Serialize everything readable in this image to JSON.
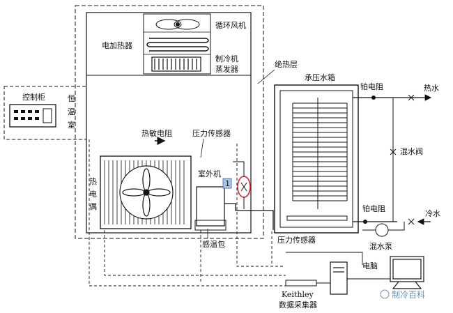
{
  "labels": {
    "electric_heater": "电加热器",
    "circulation_fan": "循环风机",
    "refrigeration_evaporator_line1": "制冷机",
    "refrigeration_evaporator_line2": "蒸发器",
    "insulation_layer": "绝热层",
    "pressure_tank": "承压水箱",
    "platinum_resistor_top": "铂电阻",
    "hot_water": "热水",
    "control_cabinet": "控制柜",
    "constant_temp_room_1": "恒",
    "constant_temp_room_2": "温",
    "constant_temp_room_3": "室",
    "mixing_valve": "混水阀",
    "thermistor": "热敏电阻",
    "pressure_sensor_top": "压力传感器",
    "outdoor_unit": "室外机",
    "thermocouple_1": "热",
    "thermocouple_2": "电",
    "thermocouple_3": "偶",
    "marker_number": "1",
    "platinum_resistor_bottom": "铂电阻",
    "cold_water": "冷水",
    "temp_bulb": "感温包",
    "pressure_sensor_bottom": "压力传感器",
    "mixing_pump": "混水泵",
    "computer": "电脑",
    "keithley": "Keithley",
    "data_acquisition": "数据采集器",
    "watermark": "制冷百科"
  },
  "colors": {
    "line": "#111111",
    "marker_circle": "#e02020",
    "marker_box": "#a9c6e6",
    "watermark": "#6a8fb0"
  }
}
